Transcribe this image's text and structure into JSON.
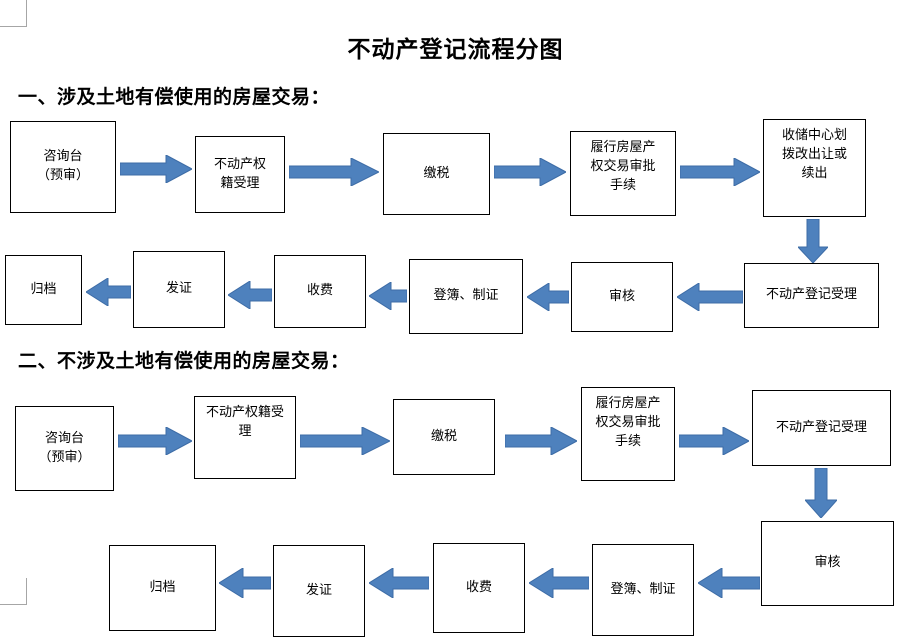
{
  "document": {
    "title": "不动产登记流程分图",
    "accent_color": "#4e81bd",
    "accent_stroke": "#3d6ca6",
    "box_border_color": "#000000",
    "page_background": "#ffffff",
    "margin_mark_color": "#a6a6a6"
  },
  "sections": [
    {
      "id": "section-1",
      "heading": "一、涉及土地有偿使用的房屋交易：",
      "row1": [
        {
          "id": "s1-consult",
          "label": "咨询台\n（预审）"
        },
        {
          "id": "s1-registry",
          "label": "不动产权\n籍受理"
        },
        {
          "id": "s1-tax",
          "label": "缴税"
        },
        {
          "id": "s1-approval",
          "label": "履行房屋产\n权交易审批\n手续"
        },
        {
          "id": "s1-storage",
          "label": "收储中心划\n拨改出让或\n续出"
        }
      ],
      "row2": [
        {
          "id": "s1-accept",
          "label": "不动产登记受理"
        },
        {
          "id": "s1-review",
          "label": "审核"
        },
        {
          "id": "s1-book",
          "label": "登簿、制证"
        },
        {
          "id": "s1-fee",
          "label": "收费"
        },
        {
          "id": "s1-issue",
          "label": "发证"
        },
        {
          "id": "s1-archive",
          "label": "归档"
        }
      ]
    },
    {
      "id": "section-2",
      "heading": "二、不涉及土地有偿使用的房屋交易：",
      "row1": [
        {
          "id": "s2-consult",
          "label": "咨询台\n（预审）"
        },
        {
          "id": "s2-registry",
          "label": "不动产权籍受\n理"
        },
        {
          "id": "s2-tax",
          "label": "缴税"
        },
        {
          "id": "s2-approval",
          "label": "履行房屋产\n权交易审批\n手续"
        },
        {
          "id": "s2-accept",
          "label": "不动产登记受理"
        }
      ],
      "row2": [
        {
          "id": "s2-review",
          "label": "审核"
        },
        {
          "id": "s2-book",
          "label": "登簿、制证"
        },
        {
          "id": "s2-fee",
          "label": "收费"
        },
        {
          "id": "s2-issue",
          "label": "发证"
        },
        {
          "id": "s2-archive",
          "label": "归档"
        }
      ]
    }
  ],
  "connectors": {
    "s1_r1_a1": "right-arrow",
    "s1_r1_a2": "right-arrow",
    "s1_r1_a3": "right-arrow",
    "s1_r1_a4": "right-arrow",
    "s1_down": "down-arrow",
    "s1_r2_a1": "left-arrow",
    "s1_r2_a2": "left-arrow",
    "s1_r2_a3": "left-arrow",
    "s1_r2_a4": "left-arrow",
    "s1_r2_a5": "left-arrow",
    "s2_r1_a1": "right-arrow",
    "s2_r1_a2": "right-arrow",
    "s2_r1_a3": "right-arrow",
    "s2_r1_a4": "right-arrow",
    "s2_down": "down-arrow",
    "s2_r2_a1": "left-arrow",
    "s2_r2_a2": "left-arrow",
    "s2_r2_a3": "left-arrow",
    "s2_r2_a4": "left-arrow"
  }
}
